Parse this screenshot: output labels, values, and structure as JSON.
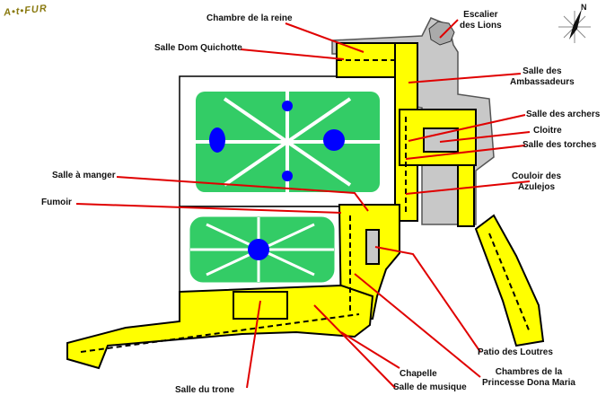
{
  "logo": {
    "text": "A•t•FUR"
  },
  "colors": {
    "building": "#ffff00",
    "outline": "#000000",
    "annex": "#c8c8c8",
    "garden": "#33cc66",
    "fountain": "#0000ff",
    "leader": "#e00000"
  },
  "compass": {
    "north_label": "N",
    "icon": "compass-rose-icon"
  },
  "labels": {
    "chambre_reine": "Chambre de la reine",
    "escalier_1": "Escalier",
    "escalier_2": "des Lions",
    "dom_quichotte": "Salle Dom Quichotte",
    "ambassadeurs_1": "Salle des",
    "ambassadeurs_2": "Ambassadeurs",
    "archers": "Salle des archers",
    "cloitre": "Cloitre",
    "torches": "Salle des torches",
    "azulejos_1": "Couloir des",
    "azulejos_2": "Azulejos",
    "salle_manger": "Salle à manger",
    "fumoir": "Fumoir",
    "patio": "Patio des Loutres",
    "chambres_1": "Chambres de la",
    "chambres_2": "Princesse Dona Maria",
    "chapelle": "Chapelle",
    "musique": "Salle de musique",
    "trone": "Salle du trone"
  }
}
